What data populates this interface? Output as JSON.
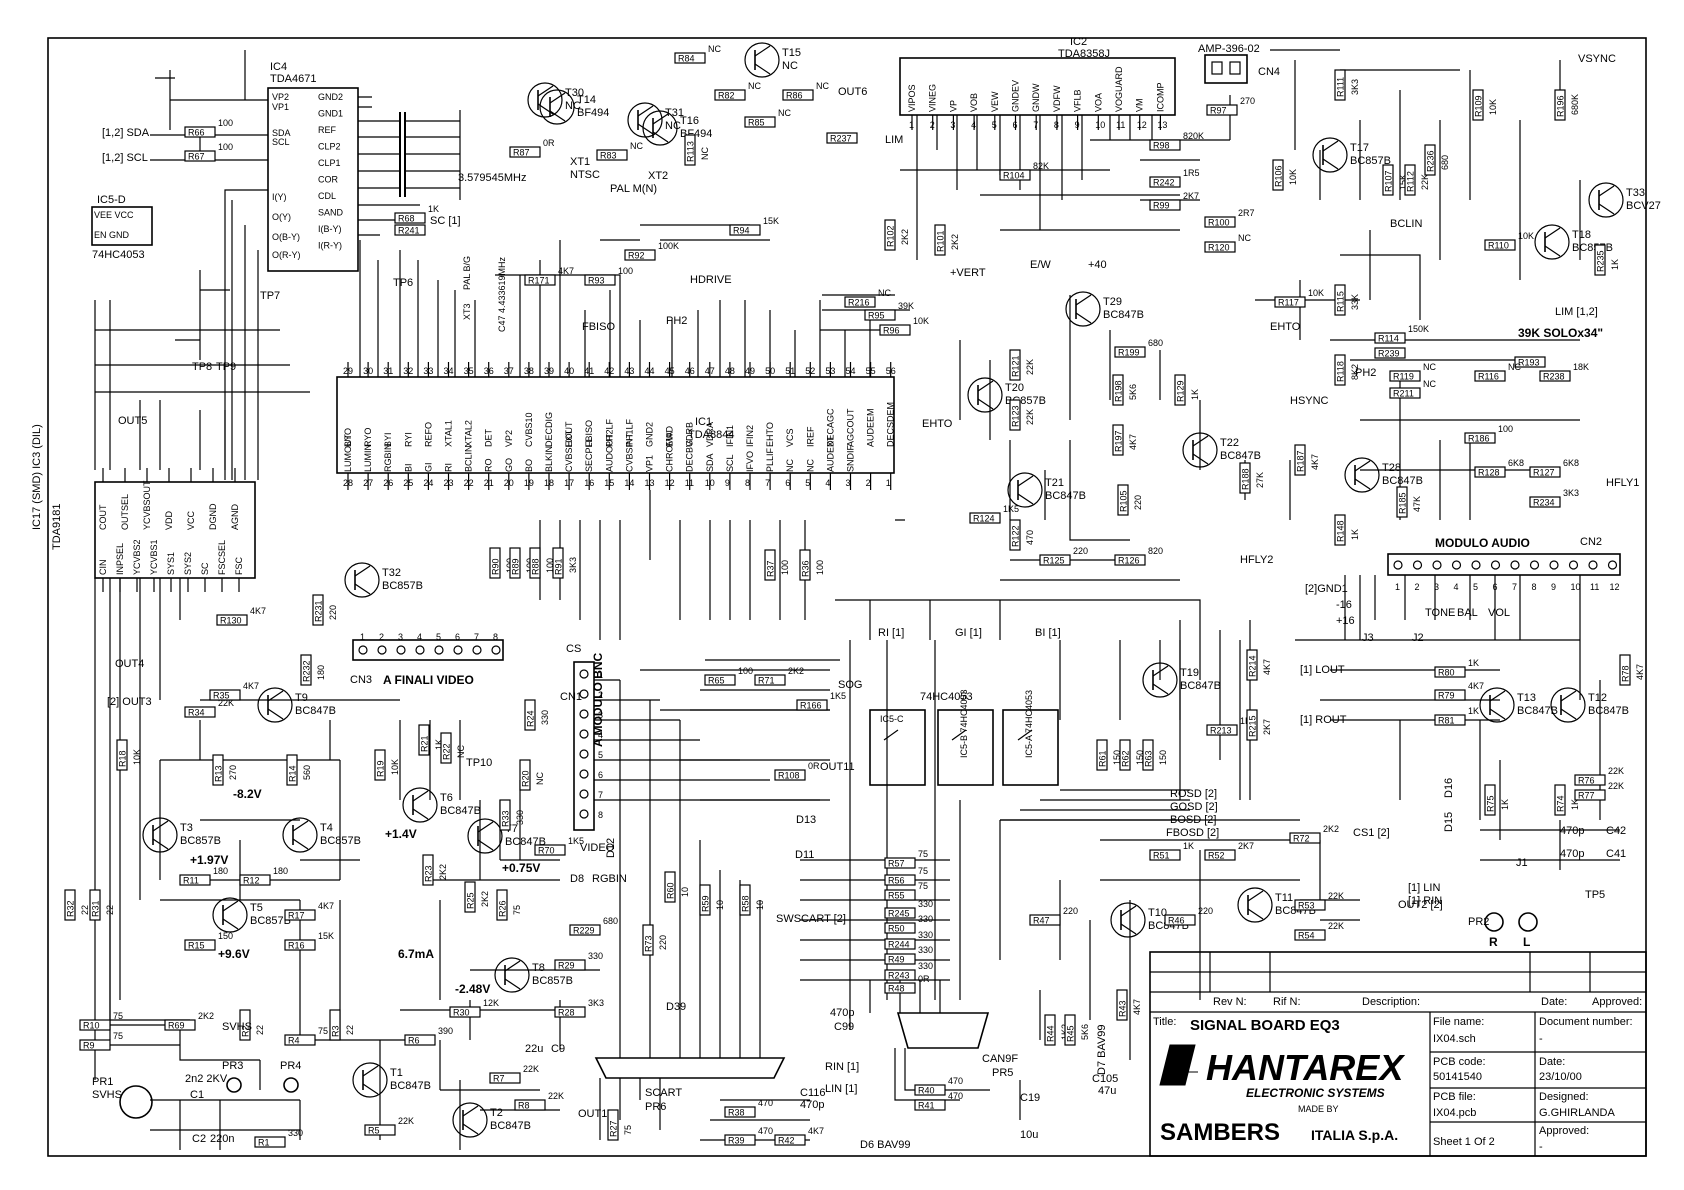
{
  "title_block": {
    "rev_label": "Rev N:",
    "rif_label": "Rif N:",
    "description_label": "Description:",
    "date_label": "Date:",
    "approved_label": "Approved:",
    "title_label": "Title:",
    "title": "SIGNAL BOARD EQ3",
    "company": "HANTAREX",
    "company_sub": "ELECTRONIC SYSTEMS",
    "made_by": "MADE BY",
    "maker": "SAMBERS",
    "maker_sub": "ITALIA S.p.A.",
    "file_name_label": "File name:",
    "file_name": "IX04.sch",
    "document_number_label": "Document number:",
    "document_number": "-",
    "pcb_code_label": "PCB code:",
    "pcb_code": "50141540",
    "date_value_label": "Date:",
    "date": "23/10/00",
    "pcb_file_label": "PCB file:",
    "pcb_file": "IX04.pcb",
    "designed_label": "Designed:",
    "designed": "G.GHIRLANDA",
    "sheet": "Sheet  1   Of  2",
    "approved2_label": "Approved:",
    "approved2": "-"
  },
  "chips": {
    "ic4": {
      "ref": "IC4",
      "part": "TDA4671"
    },
    "ic2": {
      "ref": "IC2",
      "part": "TDA8358J"
    },
    "ic1": {
      "ref": "IC1",
      "part": "TDA8844"
    },
    "ic3": {
      "ref": "IC17 (SMD)  IC3 (DIL)",
      "part": "TDA9181"
    },
    "ic5d": {
      "ref": "IC5-D",
      "part": "74HC4053"
    },
    "ic5": {
      "ref": "74HC4053"
    }
  },
  "connectors": {
    "cn4": "CN4",
    "amp": "AMP-396-02",
    "cn2": "CN2",
    "modulo_audio": "MODULO AUDIO",
    "cn3": "CN3",
    "finali_video": "A FINALI VIDEO",
    "cn1": "CN1",
    "modulo_bnc": "A MODULO BNC",
    "scart": "SCART",
    "pr6": "PR6",
    "can9f": "CAN9F",
    "pr5": "PR5",
    "svhs": "SVHS",
    "pr1": "PR1",
    "pr2": "PR2",
    "r": "R",
    "l": "L",
    "pr3": "PR3",
    "pr4": "PR4",
    "tp5": "TP5"
  },
  "ic1_top_pins": [
    "29",
    "30",
    "31",
    "32",
    "33",
    "34",
    "35",
    "36",
    "37",
    "38",
    "39",
    "40",
    "41",
    "42",
    "43",
    "44",
    "45",
    "46",
    "47",
    "48",
    "49",
    "50",
    "51",
    "52",
    "53",
    "54",
    "55",
    "56"
  ],
  "ic1_top_names": [
    "BYO",
    "RYO",
    "BYI",
    "RYI",
    "REFO",
    "XTAL1",
    "XTAL2",
    "DET",
    "VP2",
    "CVBS10",
    "DECDIG",
    "HOUT",
    "FBISO",
    "PH2LF",
    "PH1LF",
    "GND2",
    "EWD",
    "VDRB",
    "VDRA",
    "IFIN1",
    "IFIN2",
    "EHTO",
    "VCS",
    "IREF",
    "DECAGC",
    "AGCOUT",
    "AUDEEM",
    "DECSDEM"
  ],
  "ic1_bottom_pins": [
    "28",
    "27",
    "26",
    "25",
    "24",
    "23",
    "22",
    "21",
    "20",
    "19",
    "18",
    "17",
    "16",
    "15",
    "14",
    "13",
    "12",
    "11",
    "10",
    "9",
    "8",
    "7",
    "6",
    "5",
    "4",
    "3",
    "2",
    "1"
  ],
  "ic1_bottom_names": [
    "LUMOUT",
    "LUMIN",
    "RGBIN",
    "BI",
    "GI",
    "RI",
    "BCLIN",
    "RO",
    "GO",
    "BO",
    "BLKIN",
    "CVBSEXT",
    "SECPLL",
    "AUDOUT",
    "CVBSINT",
    "VP1",
    "CHROMA",
    "DECBG",
    "SDA",
    "SCL",
    "IFVO",
    "PLLIF",
    "NC",
    "NC",
    "AUDEXT",
    "SNDIF",
    "",
    ""
  ],
  "ic2_pins": [
    "1",
    "2",
    "3",
    "4",
    "5",
    "6",
    "7",
    "8",
    "9",
    "10",
    "11",
    "12",
    "13"
  ],
  "ic2_names": [
    "VIPOS",
    "VINEG",
    "VP",
    "VOB",
    "VEW",
    "GNDEV",
    "GNDW",
    "VDFW",
    "VFLB",
    "VOA",
    "VOGUARD",
    "VM",
    "ICOMP"
  ],
  "ic4_right": [
    "GND2",
    "GND1",
    "REF",
    "CLP2",
    "CLP1",
    "COR",
    "CDL",
    "SAND",
    "I(B-Y)",
    "I(R-Y)"
  ],
  "ic4_left": [
    "VP2",
    "VP1",
    "SDA",
    "SCL",
    "I(Y)",
    "O(Y)",
    "O(B-Y)",
    "O(R-Y)"
  ],
  "ic3_pins": [
    "CIN",
    "INPSEL",
    "YCVBS2",
    "YCVBS1",
    "SYS1",
    "SYS2",
    "SC",
    "FSCSEL",
    "FSC"
  ],
  "ic3_top": [
    "COUT",
    "OUTSEL",
    "YCVBSOUT",
    "VDD",
    "VCC",
    "DGND",
    "AGND"
  ],
  "transistors": [
    {
      "ref": "T14",
      "part": "BF494"
    },
    {
      "ref": "T30",
      "part": "NC"
    },
    {
      "ref": "T15",
      "part": "NC"
    },
    {
      "ref": "T16",
      "part": "BF494"
    },
    {
      "ref": "T31",
      "part": "NC"
    },
    {
      "ref": "T17",
      "part": "BC857B"
    },
    {
      "ref": "T18",
      "part": "BC857B"
    },
    {
      "ref": "T33",
      "part": "BCV27"
    },
    {
      "ref": "T29",
      "part": "BC847B"
    },
    {
      "ref": "T20",
      "part": "BC857B"
    },
    {
      "ref": "T21",
      "part": "BC847B"
    },
    {
      "ref": "T22",
      "part": "BC847B"
    },
    {
      "ref": "T28",
      "part": "BC847B"
    },
    {
      "ref": "T32",
      "part": "BC857B"
    },
    {
      "ref": "T9",
      "part": "BC847B"
    },
    {
      "ref": "T3",
      "part": "BC857B"
    },
    {
      "ref": "T4",
      "part": "BC857B"
    },
    {
      "ref": "T5",
      "part": "BC857B"
    },
    {
      "ref": "T6",
      "part": "BC847B"
    },
    {
      "ref": "T7",
      "part": "BC847B"
    },
    {
      "ref": "T8",
      "part": "BC857B"
    },
    {
      "ref": "T1",
      "part": "BC847B"
    },
    {
      "ref": "T2",
      "part": "BC847B"
    },
    {
      "ref": "T19",
      "part": "BC847B"
    },
    {
      "ref": "T13",
      "part": "BC847B"
    },
    {
      "ref": "T12",
      "part": "BC847B"
    },
    {
      "ref": "T10",
      "part": "BC847B"
    },
    {
      "ref": "T11",
      "part": "BC847B"
    }
  ],
  "voltages": {
    "v1": "-8.2V",
    "v2": "+1.97V",
    "v3": "+9.6V",
    "v4": "+1.4V",
    "v5": "+0.75V",
    "v6": "-2.48V",
    "v7": "6.7mA"
  },
  "misc_labels": {
    "xtal1": "3.579545MHz",
    "xtal1_ref": "XT1",
    "xtal1_std": "NTSC",
    "xtal2_ref": "XT2",
    "xtal2_std": "PAL M(N)",
    "xt3": "C47 4.433619MHz",
    "xt3b": "PAL B/G",
    "xt3c": "XT3",
    "hdrive": "HDRIVE",
    "vsync": "VSYNC",
    "bclin": "BCLIN",
    "hsync": "HSYNC",
    "hfly1": "HFLY1",
    "hfly2": "HFLY2",
    "lim": "LIM",
    "lim12": "LIM [1,2]",
    "ehto": "EHTO",
    "fbiso": "FBISO",
    "ph2": "PH2",
    "solo": "39K SOLOx34\"",
    "rosd": "ROSD [2]",
    "gosd": "GOSD [2]",
    "bosd": "BOSD [2]",
    "fbosd": "FBOSD [2]",
    "sog": "SOG",
    "swscart": "SWSCART [2]",
    "video": "VIDEO",
    "svhs2": "SVHS",
    "out1": "OUT1",
    "out2": "OUT2 [2]",
    "out3": "[2] OUT3",
    "out4": "OUT4",
    "out5": "OUT5",
    "out6": "OUT6",
    "out11": "OUT11",
    "cs": "CS",
    "cs1": "CS1 [2]",
    "ew": "E/W",
    "vert": "+VERT",
    "p40": "+40",
    "tone": "TONE",
    "bal": "BAL",
    "vol": "VOL",
    "gnd1": "[2]GND1",
    "m16": "-16",
    "p16": "+16",
    "lout": "[1] LOUT",
    "rout": "[1] ROUT",
    "lin": "[1] LIN",
    "rin": "[1] RIN",
    "rinb": "RIN [1]",
    "linb": "LIN [1]",
    "ri": "RI [1]",
    "gi": "GI [1]",
    "bi": "BI [1]",
    "rgbin": "RGBIN",
    "sda": "[1,2] SDA",
    "scl": "[1,2] SCL",
    "sc": "SC [1]",
    "tp6": "TP6",
    "tp7": "TP7",
    "tp8": "TP8",
    "tp9": "TP9",
    "tp10": "TP10",
    "j1": "J1",
    "j2": "J2",
    "j3": "J3"
  },
  "passives": [
    {
      "ref": "R84",
      "val": "NC"
    },
    {
      "ref": "R82",
      "val": "NC"
    },
    {
      "ref": "R86",
      "val": "NC"
    },
    {
      "ref": "R85",
      "val": "NC"
    },
    {
      "ref": "R87",
      "val": "0R"
    },
    {
      "ref": "R83",
      "val": "NC"
    },
    {
      "ref": "R237",
      "val": ""
    },
    {
      "ref": "R113",
      "val": "NC"
    },
    {
      "ref": "R97",
      "val": "270"
    },
    {
      "ref": "R98",
      "val": "820K"
    },
    {
      "ref": "R242",
      "val": "1R5"
    },
    {
      "ref": "R99",
      "val": "2K7"
    },
    {
      "ref": "R104",
      "val": "82K"
    },
    {
      "ref": "R100",
      "val": "2R7"
    },
    {
      "ref": "R120",
      "val": "NC"
    },
    {
      "ref": "R106",
      "val": "10K"
    },
    {
      "ref": "R111",
      "val": "3K3"
    },
    {
      "ref": "R107",
      "val": "15K"
    },
    {
      "ref": "R112",
      "val": "22K"
    },
    {
      "ref": "R236",
      "val": "680"
    },
    {
      "ref": "R109",
      "val": "10K"
    },
    {
      "ref": "R196",
      "val": "680K"
    },
    {
      "ref": "R110",
      "val": "10K"
    },
    {
      "ref": "R235",
      "val": "1K"
    },
    {
      "ref": "R66",
      "val": "100"
    },
    {
      "ref": "R67",
      "val": "100"
    },
    {
      "ref": "R68",
      "val": "1K"
    },
    {
      "ref": "R241",
      "val": ""
    },
    {
      "ref": "R94",
      "val": "15K"
    },
    {
      "ref": "R92",
      "val": "100K"
    },
    {
      "ref": "R171",
      "val": "4K7"
    },
    {
      "ref": "R93",
      "val": "100"
    },
    {
      "ref": "R216",
      "val": "NC"
    },
    {
      "ref": "R95",
      "val": "39K"
    },
    {
      "ref": "R96",
      "val": "10K"
    },
    {
      "ref": "R102",
      "val": "2K2"
    },
    {
      "ref": "R101",
      "val": "2K2"
    },
    {
      "ref": "R117",
      "val": "10K"
    },
    {
      "ref": "R115",
      "val": "33K"
    },
    {
      "ref": "R114",
      "val": "150K"
    },
    {
      "ref": "R239",
      "val": ""
    },
    {
      "ref": "R193",
      "val": ""
    },
    {
      "ref": "R118",
      "val": "8K2"
    },
    {
      "ref": "R119",
      "val": "NC"
    },
    {
      "ref": "R116",
      "val": "NC"
    },
    {
      "ref": "R238",
      "val": "18K"
    },
    {
      "ref": "R211",
      "val": "NC"
    },
    {
      "ref": "R186",
      "val": "100"
    },
    {
      "ref": "R128",
      "val": "6K8"
    },
    {
      "ref": "R127",
      "val": "6K8"
    },
    {
      "ref": "R234",
      "val": "3K3"
    },
    {
      "ref": "R185",
      "val": "47K"
    },
    {
      "ref": "R148",
      "val": "1K"
    },
    {
      "ref": "R199",
      "val": "680"
    },
    {
      "ref": "R198",
      "val": "5K6"
    },
    {
      "ref": "R197",
      "val": "4K7"
    },
    {
      "ref": "R129",
      "val": "1K"
    },
    {
      "ref": "R188",
      "val": "27K"
    },
    {
      "ref": "R187",
      "val": "4K7"
    },
    {
      "ref": "R121",
      "val": "22K"
    },
    {
      "ref": "R123",
      "val": "22K"
    },
    {
      "ref": "R124",
      "val": "1K5"
    },
    {
      "ref": "R122",
      "val": "470"
    },
    {
      "ref": "R105",
      "val": "220"
    },
    {
      "ref": "R125",
      "val": "220"
    },
    {
      "ref": "R126",
      "val": "820"
    },
    {
      "ref": "R90",
      "val": "100"
    },
    {
      "ref": "R89",
      "val": "100"
    },
    {
      "ref": "R88",
      "val": "100"
    },
    {
      "ref": "R91",
      "val": "3K3"
    },
    {
      "ref": "R37",
      "val": "100"
    },
    {
      "ref": "R36",
      "val": "100"
    },
    {
      "ref": "R130",
      "val": "4K7"
    },
    {
      "ref": "R231",
      "val": "220"
    },
    {
      "ref": "R232",
      "val": "180"
    },
    {
      "ref": "R35",
      "val": "4K7"
    },
    {
      "ref": "R34",
      "val": "22K"
    },
    {
      "ref": "R18",
      "val": "10K"
    },
    {
      "ref": "R13",
      "val": "270"
    },
    {
      "ref": "R14",
      "val": "560"
    },
    {
      "ref": "R11",
      "val": "180"
    },
    {
      "ref": "R12",
      "val": "180"
    },
    {
      "ref": "R17",
      "val": "4K7"
    },
    {
      "ref": "R16",
      "val": "15K"
    },
    {
      "ref": "R15",
      "val": "150"
    },
    {
      "ref": "R21",
      "val": "1K"
    },
    {
      "ref": "R22",
      "val": "NC"
    },
    {
      "ref": "R19",
      "val": "10K"
    },
    {
      "ref": "R24",
      "val": "330"
    },
    {
      "ref": "R20",
      "val": "NC"
    },
    {
      "ref": "R33",
      "val": "330"
    },
    {
      "ref": "R23",
      "val": "2K2"
    },
    {
      "ref": "R25",
      "val": "2K2"
    },
    {
      "ref": "R26",
      "val": "75"
    },
    {
      "ref": "R70",
      "val": "1K5"
    },
    {
      "ref": "R29",
      "val": "330"
    },
    {
      "ref": "R28",
      "val": "3K3"
    },
    {
      "ref": "R30",
      "val": "12K"
    },
    {
      "ref": "R6",
      "val": "390"
    },
    {
      "ref": "R4",
      "val": "75"
    },
    {
      "ref": "R7",
      "val": "22K"
    },
    {
      "ref": "R8",
      "val": "22K"
    },
    {
      "ref": "R5",
      "val": "22K"
    },
    {
      "ref": "R1",
      "val": "330"
    },
    {
      "ref": "R10",
      "val": "75"
    },
    {
      "ref": "R9",
      "val": "75"
    },
    {
      "ref": "R69",
      "val": "2K2"
    },
    {
      "ref": "R32",
      "val": "22"
    },
    {
      "ref": "R31",
      "val": "22"
    },
    {
      "ref": "R2",
      "val": "22"
    },
    {
      "ref": "R3",
      "val": "22"
    },
    {
      "ref": "R27",
      "val": "75"
    },
    {
      "ref": "R65",
      "val": "100"
    },
    {
      "ref": "R71",
      "val": "2K2"
    },
    {
      "ref": "R166",
      "val": "1K5"
    },
    {
      "ref": "R108",
      "val": "0R"
    },
    {
      "ref": "R229",
      "val": "680"
    },
    {
      "ref": "R60",
      "val": "10"
    },
    {
      "ref": "R59",
      "val": "10"
    },
    {
      "ref": "R58",
      "val": "10"
    },
    {
      "ref": "R73",
      "val": "220"
    },
    {
      "ref": "R57",
      "val": "75"
    },
    {
      "ref": "R56",
      "val": "75"
    },
    {
      "ref": "R55",
      "val": "75"
    },
    {
      "ref": "R245",
      "val": "330"
    },
    {
      "ref": "R50",
      "val": "330"
    },
    {
      "ref": "R244",
      "val": "330"
    },
    {
      "ref": "R49",
      "val": "330"
    },
    {
      "ref": "R243",
      "val": "330"
    },
    {
      "ref": "R48",
      "val": "0R"
    },
    {
      "ref": "R40",
      "val": "470"
    },
    {
      "ref": "R41",
      "val": "470"
    },
    {
      "ref": "R38",
      "val": "470"
    },
    {
      "ref": "R39",
      "val": "470"
    },
    {
      "ref": "R42",
      "val": "4K7"
    },
    {
      "ref": "R44",
      "val": "1K2"
    },
    {
      "ref": "R45",
      "val": "5K6"
    },
    {
      "ref": "R43",
      "val": "4K7"
    },
    {
      "ref": "R47",
      "val": "220"
    },
    {
      "ref": "R46",
      "val": "220"
    },
    {
      "ref": "R51",
      "val": "1K"
    },
    {
      "ref": "R52",
      "val": "2K7"
    },
    {
      "ref": "R72",
      "val": "2K2"
    },
    {
      "ref": "R53",
      "val": "22K"
    },
    {
      "ref": "R54",
      "val": "22K"
    },
    {
      "ref": "R61",
      "val": "150"
    },
    {
      "ref": "R62",
      "val": "150"
    },
    {
      "ref": "R63",
      "val": "150"
    },
    {
      "ref": "R213",
      "val": "1K"
    },
    {
      "ref": "R214",
      "val": "4K7"
    },
    {
      "ref": "R215",
      "val": "2K7"
    },
    {
      "ref": "R80",
      "val": "1K"
    },
    {
      "ref": "R79",
      "val": "4K7"
    },
    {
      "ref": "R81",
      "val": "1K"
    },
    {
      "ref": "R78",
      "val": "4K7"
    },
    {
      "ref": "R76",
      "val": "22K"
    },
    {
      "ref": "R77",
      "val": "22K"
    },
    {
      "ref": "R75",
      "val": "1K"
    },
    {
      "ref": "R74",
      "val": "1K"
    }
  ],
  "bottom_labels": {
    "c1": "C1",
    "c1v": "2n2 2KV",
    "c2": "C2",
    "c2v": "220n",
    "c9": "C9",
    "c9v": "22u",
    "c99": "C99",
    "c99v": "470p",
    "c116": "C116",
    "c116v": "470p",
    "c19": "C19",
    "c19v": "10u",
    "c105": "C105",
    "c105v": "47u",
    "c42": "C42",
    "c41": "C41",
    "c4241v": "470p",
    "d6": "D6 BAV99",
    "d7": "D7 BAV99",
    "d8": "D8",
    "d12": "D12",
    "d39": "D39",
    "d11": "D11",
    "d13": "D13",
    "d16": "D16",
    "d15": "D15"
  }
}
